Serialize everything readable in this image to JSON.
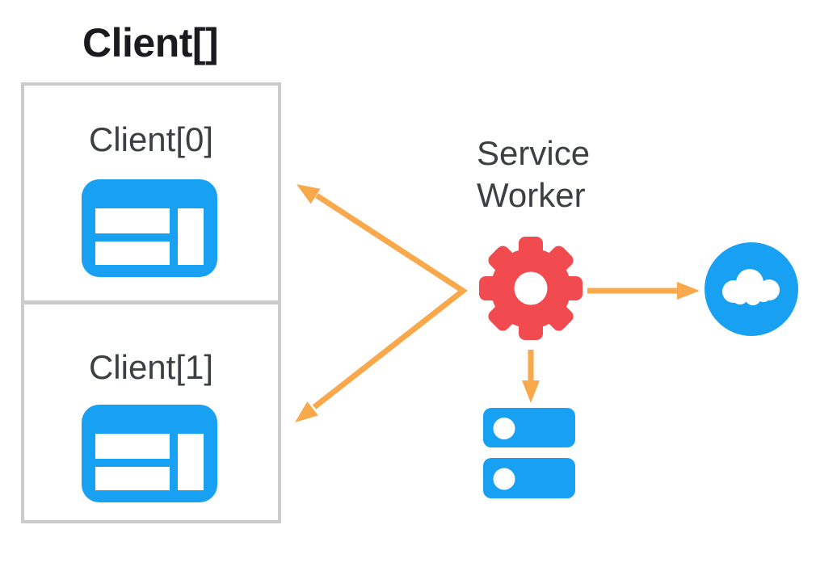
{
  "diagram": {
    "title": "Client[]",
    "clients": [
      {
        "label": "Client[0]",
        "icon": "browser-window-icon"
      },
      {
        "label": "Client[1]",
        "icon": "browser-window-icon"
      }
    ],
    "service_worker": {
      "line1": "Service",
      "line2": "Worker",
      "icon": "gear-icon"
    },
    "network": {
      "icon": "cloud-icon"
    },
    "storage": {
      "icon": "database-icon"
    },
    "arrows": [
      {
        "name": "service-worker-to-clients",
        "style": "double-headed-v",
        "color_key": "orange"
      },
      {
        "name": "service-worker-to-network",
        "style": "single-headed",
        "color_key": "orange"
      },
      {
        "name": "service-worker-to-storage",
        "style": "single-headed",
        "color_key": "orange"
      }
    ],
    "colors": {
      "blue": "#18A0F2",
      "red": "#F14B4F",
      "orange": "#F9A94C",
      "box_border": "#CBCBCB",
      "title_text": "#1B1B1F",
      "label_text": "#3C4043",
      "background": "#FFFFFF"
    }
  }
}
